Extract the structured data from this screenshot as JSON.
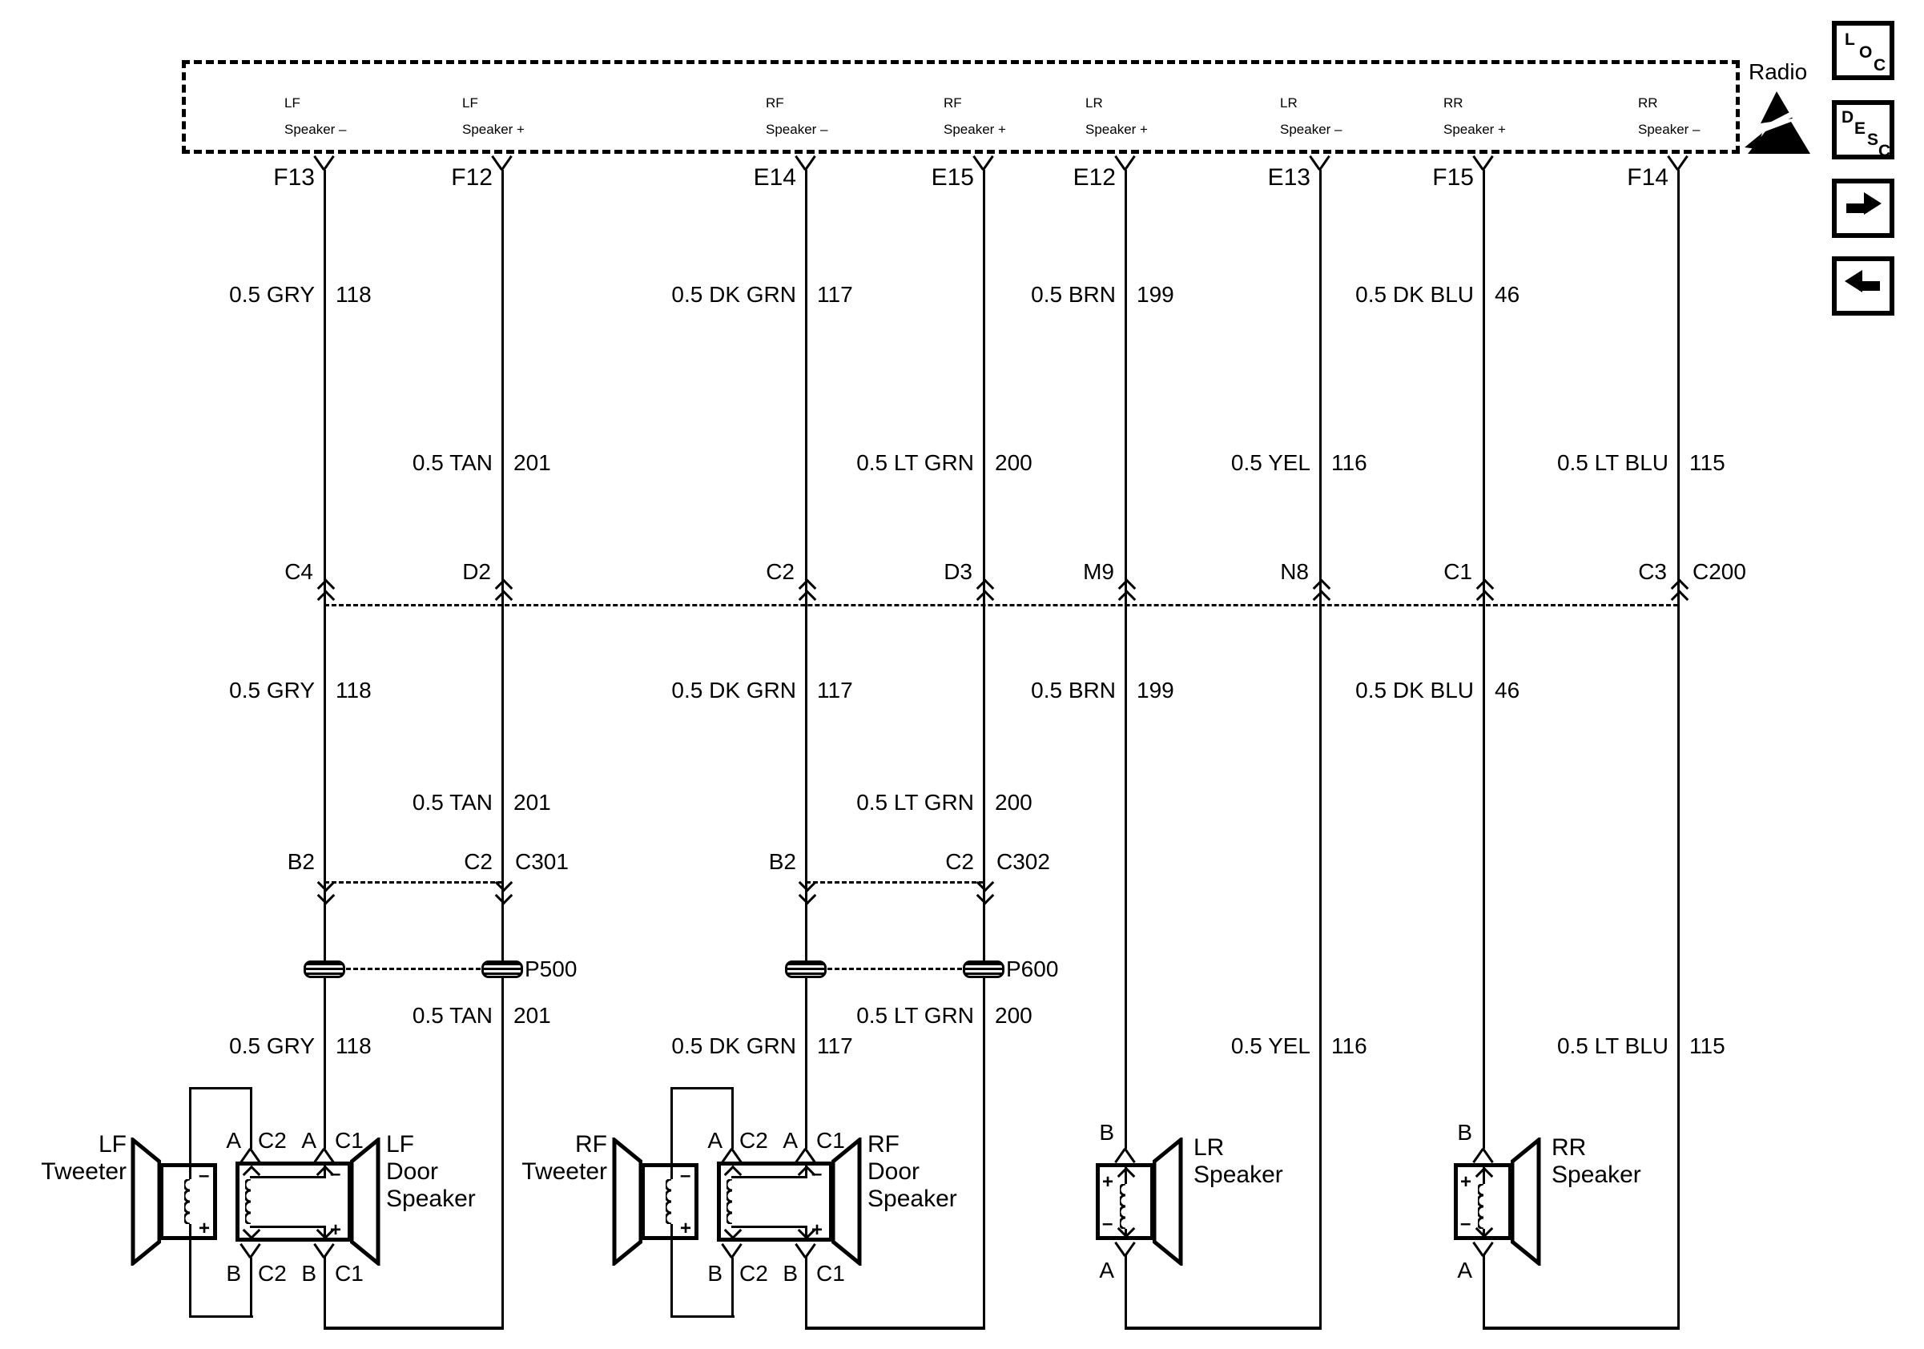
{
  "radio": {
    "label": "Radio",
    "pins": [
      {
        "id": "F13",
        "l1": "LF",
        "l2": "Speaker –"
      },
      {
        "id": "F12",
        "l1": "LF",
        "l2": "Speaker +"
      },
      {
        "id": "E14",
        "l1": "RF",
        "l2": "Speaker –"
      },
      {
        "id": "E15",
        "l1": "RF",
        "l2": "Speaker +"
      },
      {
        "id": "E12",
        "l1": "LR",
        "l2": "Speaker +"
      },
      {
        "id": "E13",
        "l1": "LR",
        "l2": "Speaker –"
      },
      {
        "id": "F15",
        "l1": "RR",
        "l2": "Speaker +"
      },
      {
        "id": "F14",
        "l1": "RR",
        "l2": "Speaker –"
      }
    ]
  },
  "nav": {
    "loc": [
      "L",
      "O",
      "C"
    ],
    "desc": [
      "D",
      "E",
      "S",
      "C"
    ]
  },
  "wire_labels": {
    "row1": [
      {
        "color": "0.5 GRY",
        "circuit": "118"
      },
      {
        "color": "0.5 DK GRN",
        "circuit": "117"
      },
      {
        "color": "0.5 BRN",
        "circuit": "199"
      },
      {
        "color": "0.5 DK BLU",
        "circuit": "46"
      }
    ],
    "row2": [
      {
        "color": "0.5 TAN",
        "circuit": "201"
      },
      {
        "color": "0.5 LT GRN",
        "circuit": "200"
      },
      {
        "color": "0.5 YEL",
        "circuit": "116"
      },
      {
        "color": "0.5 LT BLU",
        "circuit": "115"
      }
    ],
    "row3": [
      {
        "color": "0.5 GRY",
        "circuit": "118"
      },
      {
        "color": "0.5 DK GRN",
        "circuit": "117"
      },
      {
        "color": "0.5 BRN",
        "circuit": "199"
      },
      {
        "color": "0.5 DK BLU",
        "circuit": "46"
      }
    ],
    "row4": [
      {
        "color": "0.5 TAN",
        "circuit": "201"
      },
      {
        "color": "0.5 LT GRN",
        "circuit": "200"
      }
    ],
    "row5": [
      {
        "color": "0.5 TAN",
        "circuit": "201"
      },
      {
        "color": "0.5 LT GRN",
        "circuit": "200"
      }
    ],
    "row6": [
      {
        "color": "0.5 GRY",
        "circuit": "118"
      },
      {
        "color": "0.5 DK GRN",
        "circuit": "117"
      },
      {
        "color": "0.5 YEL",
        "circuit": "116"
      },
      {
        "color": "0.5 LT BLU",
        "circuit": "115"
      }
    ]
  },
  "connectors": {
    "c200": {
      "name": "C200",
      "pins": [
        "C4",
        "D2",
        "C2",
        "D3",
        "M9",
        "N8",
        "C1",
        "C3"
      ]
    },
    "c301": {
      "name": "C301",
      "pins": [
        "B2",
        "C2"
      ]
    },
    "c302": {
      "name": "C302",
      "pins": [
        "B2",
        "C2"
      ]
    },
    "p500": {
      "name": "P500"
    },
    "p600": {
      "name": "P600"
    }
  },
  "speakers": {
    "lf_tweeter": {
      "name1": "LF",
      "name2": "Tweeter",
      "minus": "–",
      "plus": "+"
    },
    "rf_tweeter": {
      "name1": "RF",
      "name2": "Tweeter",
      "minus": "–",
      "plus": "+"
    },
    "lf_door": {
      "name1": "LF",
      "name2": "Door",
      "name3": "Speaker",
      "minus": "–",
      "plus": "+",
      "t1": "A",
      "t2": "C2",
      "t3": "A",
      "t4": "C1",
      "b1": "B",
      "b2": "C2",
      "b3": "B",
      "b4": "C1"
    },
    "rf_door": {
      "name1": "RF",
      "name2": "Door",
      "name3": "Speaker",
      "minus": "–",
      "plus": "+",
      "t1": "A",
      "t2": "C2",
      "t3": "A",
      "t4": "C1",
      "b1": "B",
      "b2": "C2",
      "b3": "B",
      "b4": "C1"
    },
    "lr": {
      "name1": "LR",
      "name2": "Speaker",
      "plus": "+",
      "minus": "–",
      "top": "B",
      "bottom": "A"
    },
    "rr": {
      "name1": "RR",
      "name2": "Speaker",
      "plus": "+",
      "minus": "–",
      "top": "B",
      "bottom": "A"
    }
  }
}
